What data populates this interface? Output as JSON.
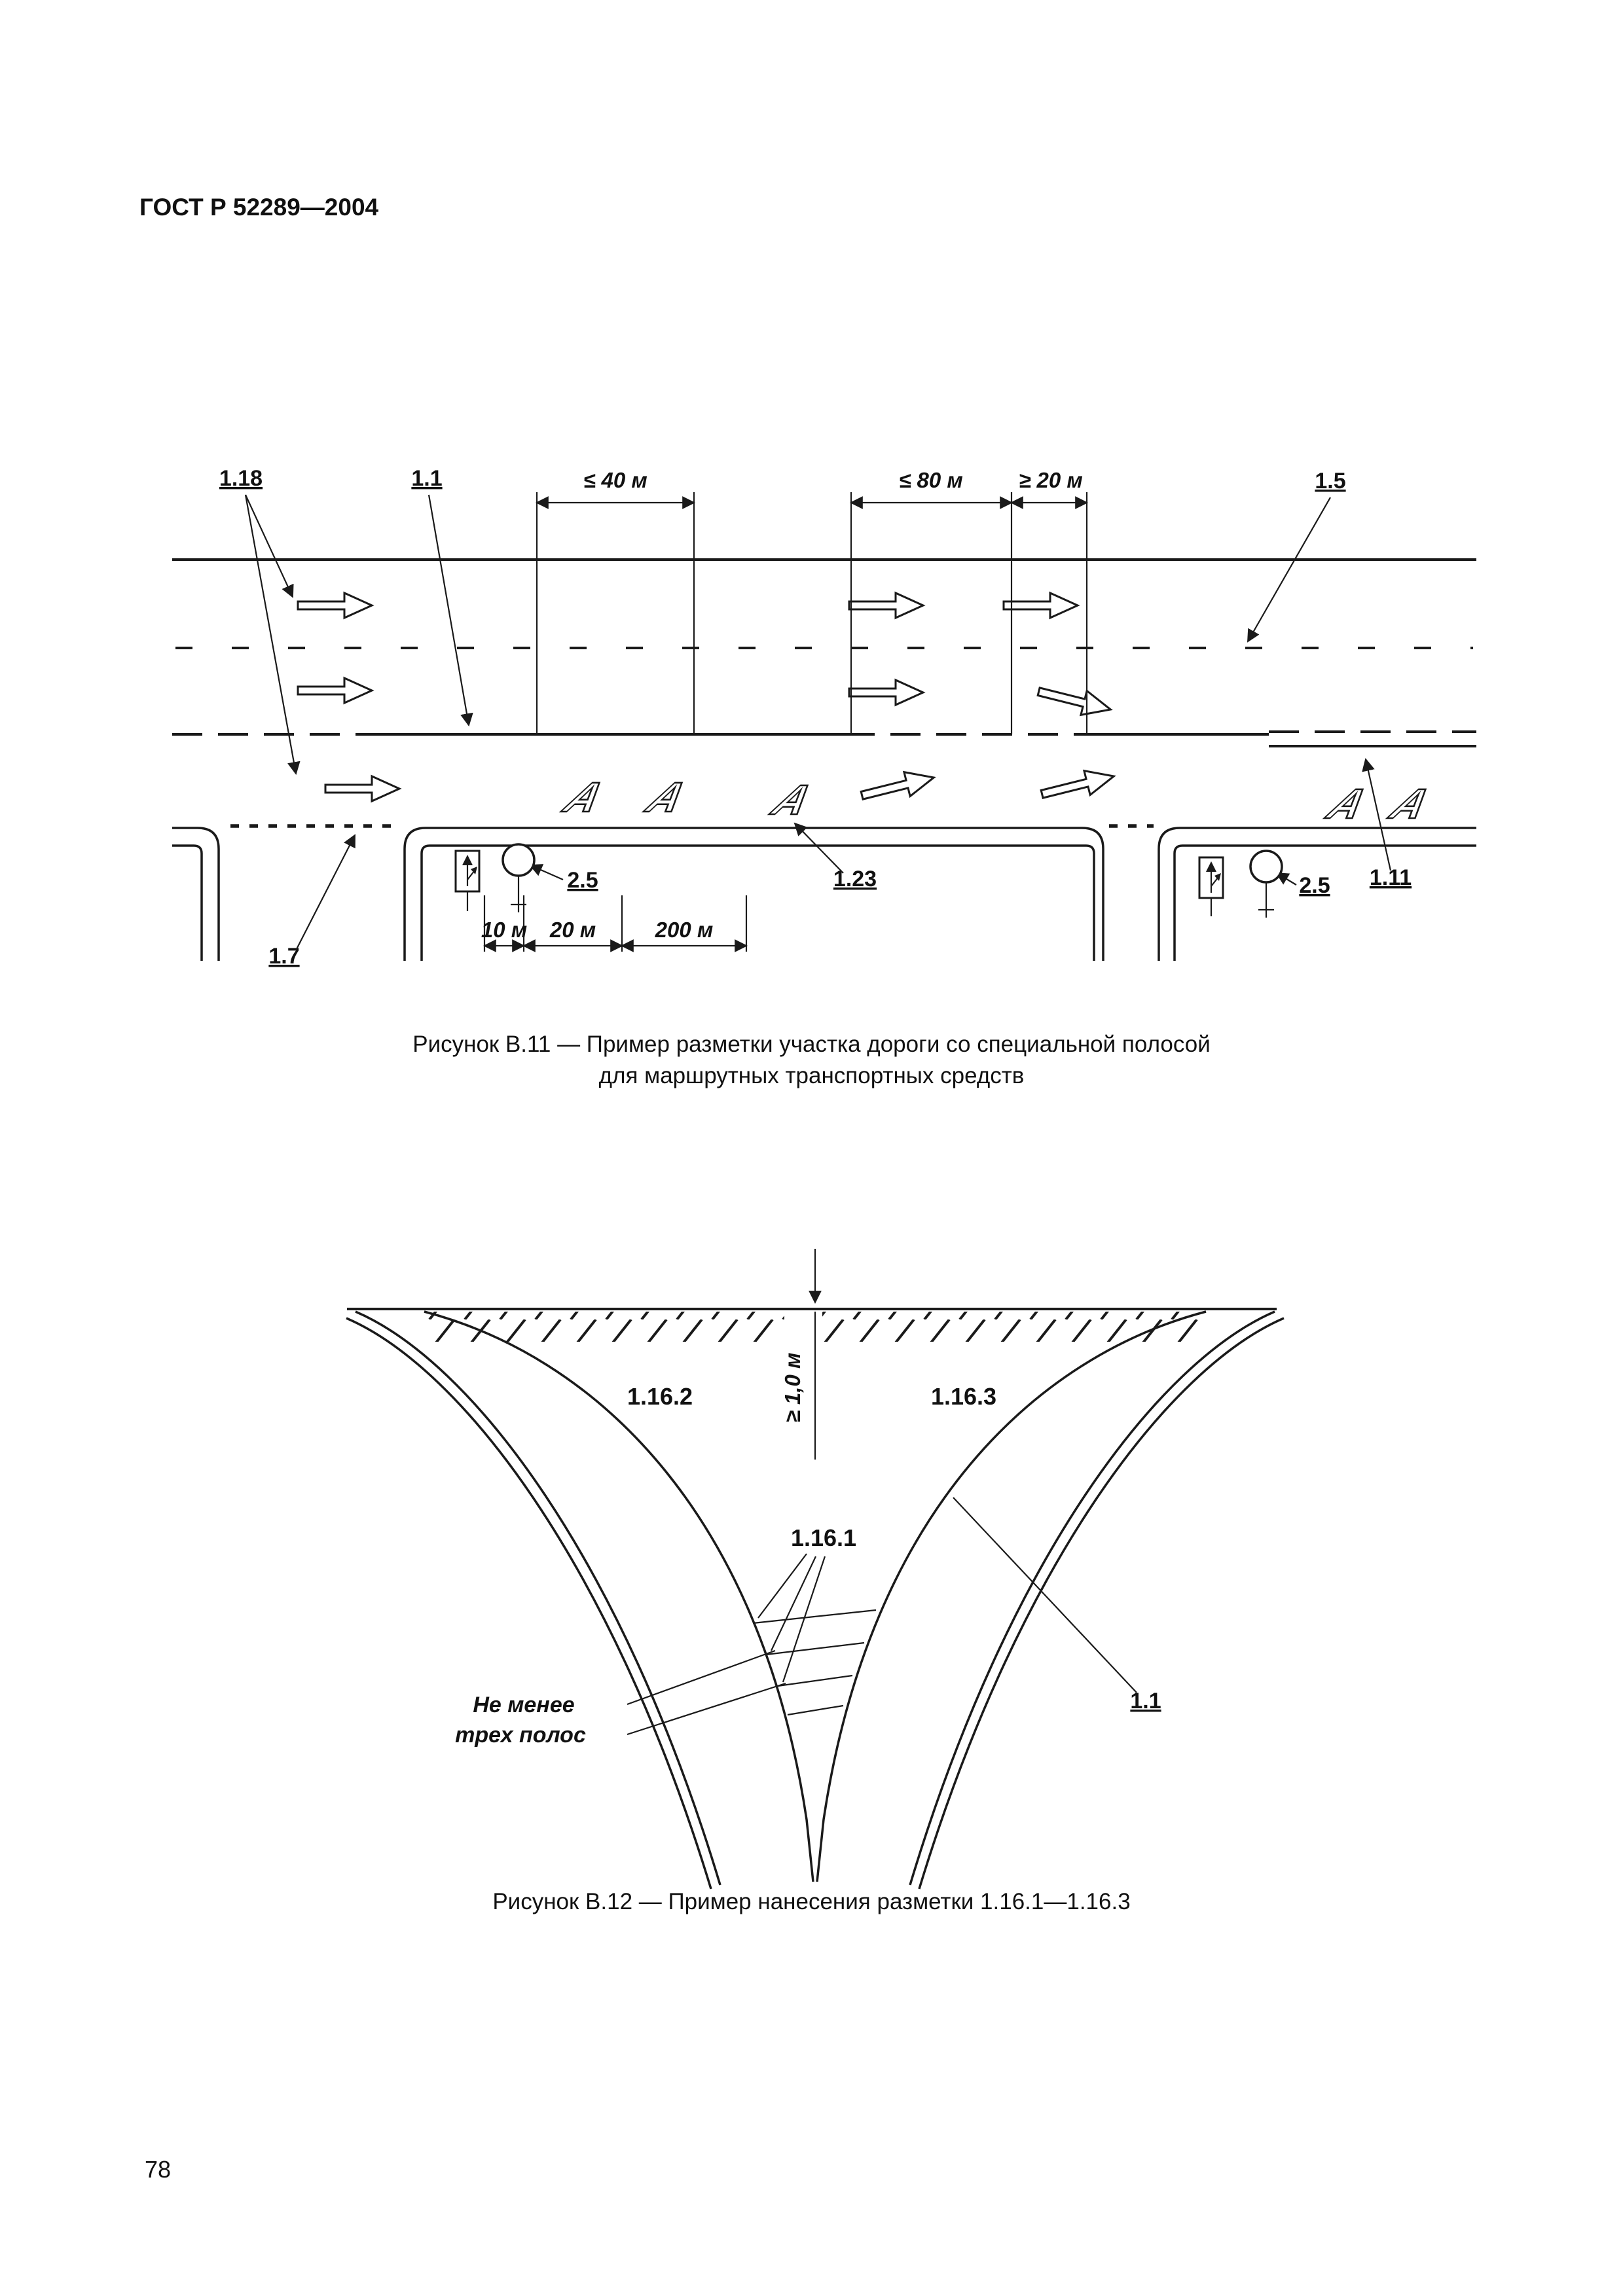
{
  "page": {
    "header": "ГОСТ Р 52289—2004",
    "page_number": "78"
  },
  "figure_b11": {
    "callouts": {
      "c118": "1.18",
      "c11": "1.1",
      "c15": "1.5",
      "c17": "1.7",
      "c25_left": "2.5",
      "c123": "1.23",
      "c25_right": "2.5",
      "c111": "1.11"
    },
    "dimensions": {
      "d40": "≤ 40 м",
      "d80": "≤ 80 м",
      "d20": "≥ 20 м",
      "d10": "10 м",
      "d20b": "20 м",
      "d200": "200 м"
    },
    "bus_lane_letter": "А",
    "caption_line1": "Рисунок В.11 — Пример разметки участка дороги со специальной полосой",
    "caption_line2": "для маршрутных транспортных средств"
  },
  "figure_b12": {
    "callouts": {
      "c1162": "1.16.2",
      "c1163": "1.16.3",
      "c1161": "1.16.1",
      "c11": "1.1"
    },
    "dimensions": {
      "d1m": "≥ 1,0 м"
    },
    "note_line1": "Не менее",
    "note_line2": "трех полос",
    "caption": "Рисунок В.12 — Пример нанесения разметки 1.16.1—1.16.3"
  }
}
